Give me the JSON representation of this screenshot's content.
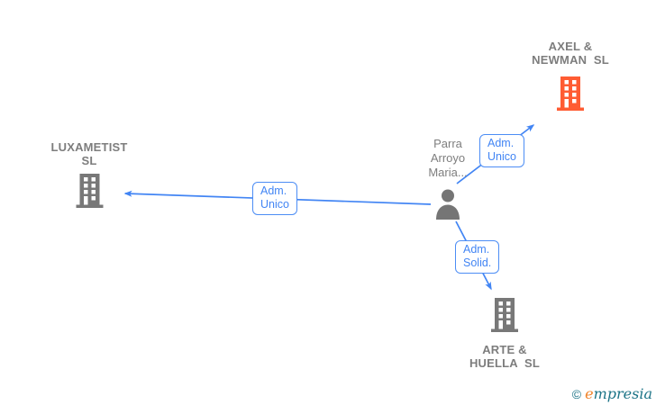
{
  "diagram": {
    "nodes": {
      "axel_newman": {
        "label": "AXEL &\nNEWMAN  SL",
        "type": "company",
        "icon": "building-icon",
        "icon_color": "#ff5c33"
      },
      "luxametist": {
        "label": "LUXAMETIST\nSL",
        "type": "company",
        "icon": "building-icon",
        "icon_color": "#787878"
      },
      "person": {
        "label": "Parra\nArroyo\nMaria...",
        "type": "person",
        "icon": "person-icon",
        "icon_color": "#757575"
      },
      "arte_huella": {
        "label": "ARTE &\nHUELLA  SL",
        "type": "company",
        "icon": "building-icon",
        "icon_color": "#787878"
      }
    },
    "edges": [
      {
        "id": "person-to-luxametist",
        "label": "Adm.\nUnico"
      },
      {
        "id": "person-to-axel-newman",
        "label": "Adm.\nUnico"
      },
      {
        "id": "person-to-arte-huella",
        "label": "Adm.\nSolid."
      }
    ]
  },
  "colors": {
    "edge_blue": "#4285f4",
    "company_orange": "#ff5c33",
    "icon_gray": "#787878",
    "text_gray": "#7d7d7d",
    "logo_teal": "#1c7487",
    "logo_orange": "#f08228"
  },
  "footer": {
    "copyright_symbol": "©",
    "brand_initial": "e",
    "brand_rest": "mpresia"
  }
}
